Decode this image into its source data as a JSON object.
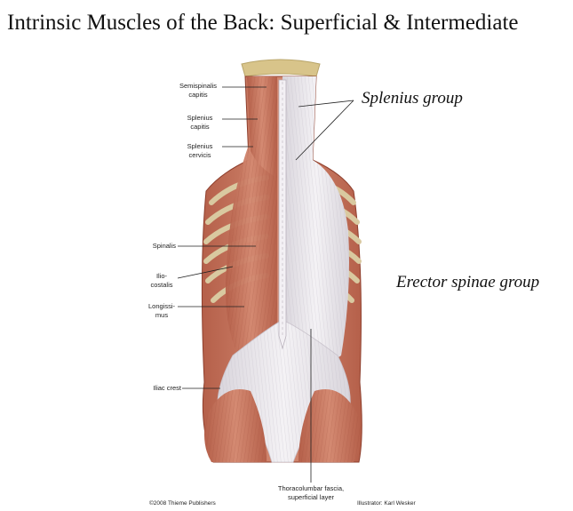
{
  "title": "Intrinsic Muscles of the Back:  Superficial & Intermediate",
  "callouts": {
    "splenius_group": "Splenius group",
    "erector_spinae_group": "Erector spinae group"
  },
  "labels": {
    "semispinalis_capitis": [
      "Semispinalis",
      "capitis"
    ],
    "splenius_capitis": [
      "Splenius",
      "capitis"
    ],
    "splenius_cervicis": [
      "Splenius",
      "cervicis"
    ],
    "spinalis": [
      "Spinalis"
    ],
    "iliocostalis": [
      "Ilio-",
      "costalis"
    ],
    "longissimus": [
      "Longissi-",
      "mus"
    ],
    "iliac_crest": [
      "Iliac crest"
    ],
    "thoracolumbar_fascia": [
      "Thoracolumbar fascia,",
      "superficial layer"
    ]
  },
  "footer": {
    "copyright": "©2008 Thieme Publishers",
    "illustrator": "Illustrator: Karl Wesker"
  },
  "colors": {
    "muscle": "#c8765f",
    "muscle_dark": "#a9543f",
    "fascia": "#e8e6ea",
    "bone": "#d9c9a0",
    "skull_base": "#d8c48a"
  }
}
